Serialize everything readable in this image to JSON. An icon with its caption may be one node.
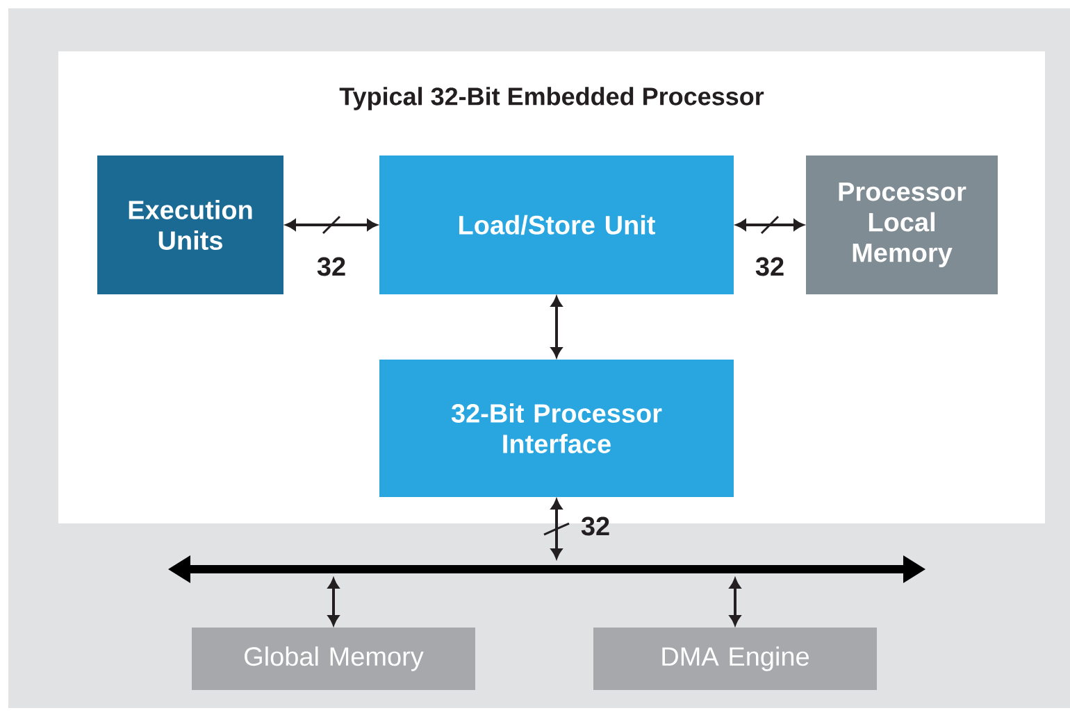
{
  "diagram": {
    "nodes": [
      {
        "text": [
          "Typical 32-Bit Embedded Processor"
        ]
      },
      {
        "text": [
          "Execution Units"
        ],
        "in": 0
      },
      {
        "text": [
          "Load/Store Unit"
        ],
        "in": 0
      },
      {
        "text": [
          "Processor Local Memory"
        ],
        "in": 0
      },
      {
        "text": [
          "32-Bit Processor Interface"
        ],
        "in": 0
      },
      {
        "text": [],
        "shape": "bar"
      },
      {
        "text": [
          "Global Memory"
        ]
      },
      {
        "text": [
          "DMA Engine"
        ]
      }
    ],
    "edges": [
      {
        "from": 1,
        "to": 2,
        "arrow": "both",
        "label": "32"
      },
      {
        "from": 2,
        "to": 3,
        "arrow": "both",
        "label": "32"
      },
      {
        "from": 2,
        "to": 4,
        "arrow": "both"
      },
      {
        "from": 4,
        "to": 5,
        "arrow": "both",
        "label": "32"
      },
      {
        "from": 5,
        "to": 6,
        "arrow": "both"
      },
      {
        "from": 5,
        "to": 7,
        "arrow": "both"
      }
    ]
  }
}
